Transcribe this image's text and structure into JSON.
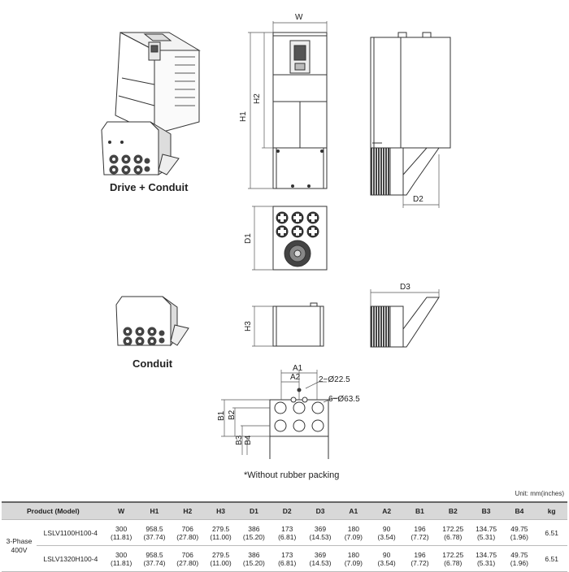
{
  "diagram": {
    "captions": {
      "drive_conduit": "Drive + Conduit",
      "conduit": "Conduit",
      "note": "*Without rubber packing"
    },
    "dims": {
      "W": "W",
      "H1": "H1",
      "H2": "H2",
      "D2": "D2",
      "D1": "D1",
      "D3": "D3",
      "H3": "H3",
      "A1": "A1",
      "A2": "A2",
      "B1": "B1",
      "B2": "B2",
      "B3": "B3",
      "B4": "B4",
      "hole_small": "2−Ø22.5",
      "hole_large": "6−Ø63.5"
    }
  },
  "table": {
    "unit": "Unit: mm(inches)",
    "headers": [
      "Product (Model)",
      "W",
      "H1",
      "H2",
      "H3",
      "D1",
      "D2",
      "D3",
      "A1",
      "A2",
      "B1",
      "B2",
      "B3",
      "B4",
      "kg"
    ],
    "group": {
      "line1": "3-Phase",
      "line2": "400V"
    },
    "rows": [
      {
        "model": "LSLV1100H100-4",
        "cells": [
          [
            "300",
            "(11.81)"
          ],
          [
            "958.5",
            "(37.74)"
          ],
          [
            "706",
            "(27.80)"
          ],
          [
            "279.5",
            "(11.00)"
          ],
          [
            "386",
            "(15.20)"
          ],
          [
            "173",
            "(6.81)"
          ],
          [
            "369",
            "(14.53)"
          ],
          [
            "180",
            "(7.09)"
          ],
          [
            "90",
            "(3.54)"
          ],
          [
            "196",
            "(7.72)"
          ],
          [
            "172.25",
            "(6.78)"
          ],
          [
            "134.75",
            "(5.31)"
          ],
          [
            "49.75",
            "(1.96)"
          ]
        ],
        "kg": "6.51"
      },
      {
        "model": "LSLV1320H100-4",
        "cells": [
          [
            "300",
            "(11.81)"
          ],
          [
            "958.5",
            "(37.74)"
          ],
          [
            "706",
            "(27.80)"
          ],
          [
            "279.5",
            "(11.00)"
          ],
          [
            "386",
            "(15.20)"
          ],
          [
            "173",
            "(6.81)"
          ],
          [
            "369",
            "(14.53)"
          ],
          [
            "180",
            "(7.09)"
          ],
          [
            "90",
            "(3.54)"
          ],
          [
            "196",
            "(7.72)"
          ],
          [
            "172.25",
            "(6.78)"
          ],
          [
            "134.75",
            "(5.31)"
          ],
          [
            "49.75",
            "(1.96)"
          ]
        ],
        "kg": "6.51"
      }
    ]
  }
}
